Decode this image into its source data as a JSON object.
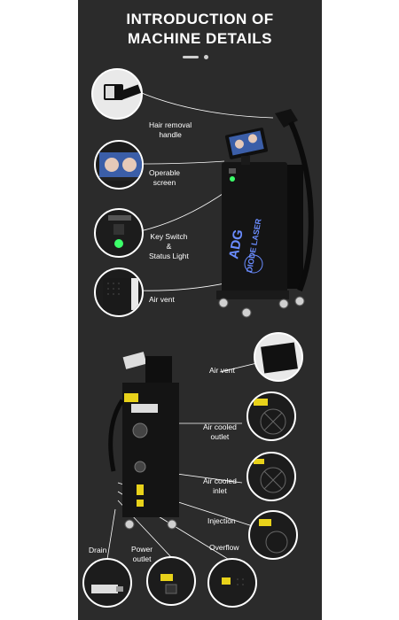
{
  "header": {
    "title_line1": "INTRODUCTION OF",
    "title_line2": "MACHINE DETAILS"
  },
  "machine_text": {
    "brand": "ADG",
    "model": "DIODE LASER"
  },
  "callouts_front": {
    "hair_removal_line1": "Hair removal",
    "hair_removal_line2": "handle",
    "screen_line1": "Operable",
    "screen_line2": "screen",
    "key_line1": "Key Switch",
    "key_line2": "&",
    "key_line3": "Status Light",
    "air_vent": "Air vent"
  },
  "callouts_back": {
    "air_vent": "Air vent",
    "cooled_outlet_line1": "Air cooled",
    "cooled_outlet_line2": "outlet",
    "cooled_inlet_line1": "Air cooled",
    "cooled_inlet_line2": "inlet",
    "injection": "Injection",
    "overflow": "Overflow",
    "drain": "Drain",
    "power_outlet_line1": "Power",
    "power_outlet_line2": "outlet"
  },
  "colors": {
    "panel_bg": "#2b2b2b",
    "machine_body": "#141414",
    "status_light": "#3cff6a",
    "accent_blue": "#6a8cff",
    "warning_label": "#e8d21a"
  }
}
